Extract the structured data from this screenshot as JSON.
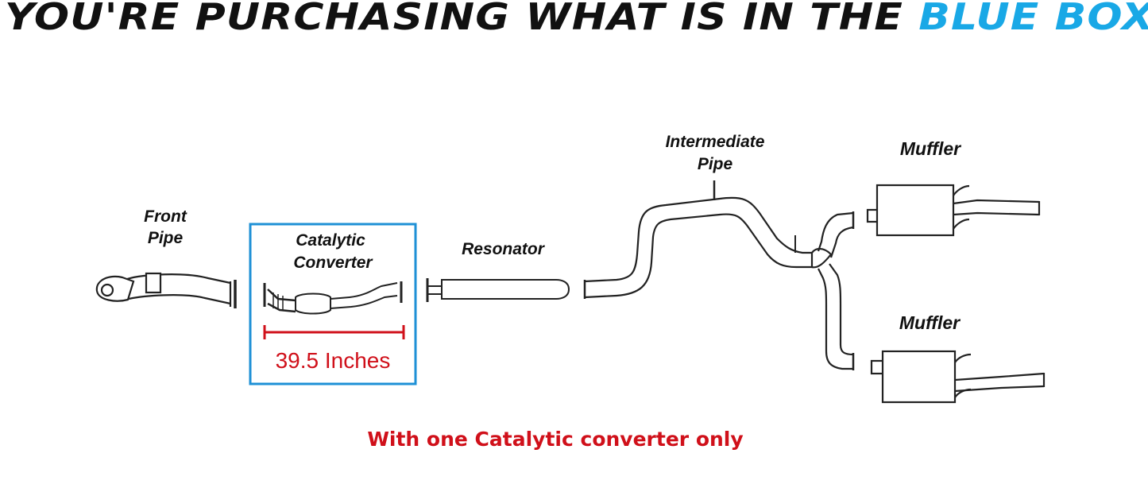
{
  "header": {
    "title_prefix": "YOU'RE PURCHASING WHAT IS IN THE ",
    "title_highlight": "BLUE BOX"
  },
  "labels": {
    "front_pipe_line1": "Front",
    "front_pipe_line2": "Pipe",
    "catalytic_line1": "Catalytic",
    "catalytic_line2": "Converter",
    "resonator": "Resonator",
    "intermediate_line1": "Intermediate",
    "intermediate_line2": "Pipe",
    "muffler_upper": "Muffler",
    "muffler_lower": "Muffler"
  },
  "measurement": "39.5 Inches",
  "footnote": "With one Catalytic converter only",
  "colors": {
    "highlight_box": "#1e90d6",
    "measurement": "#d0101a",
    "title_accent": "#19a8e6"
  }
}
